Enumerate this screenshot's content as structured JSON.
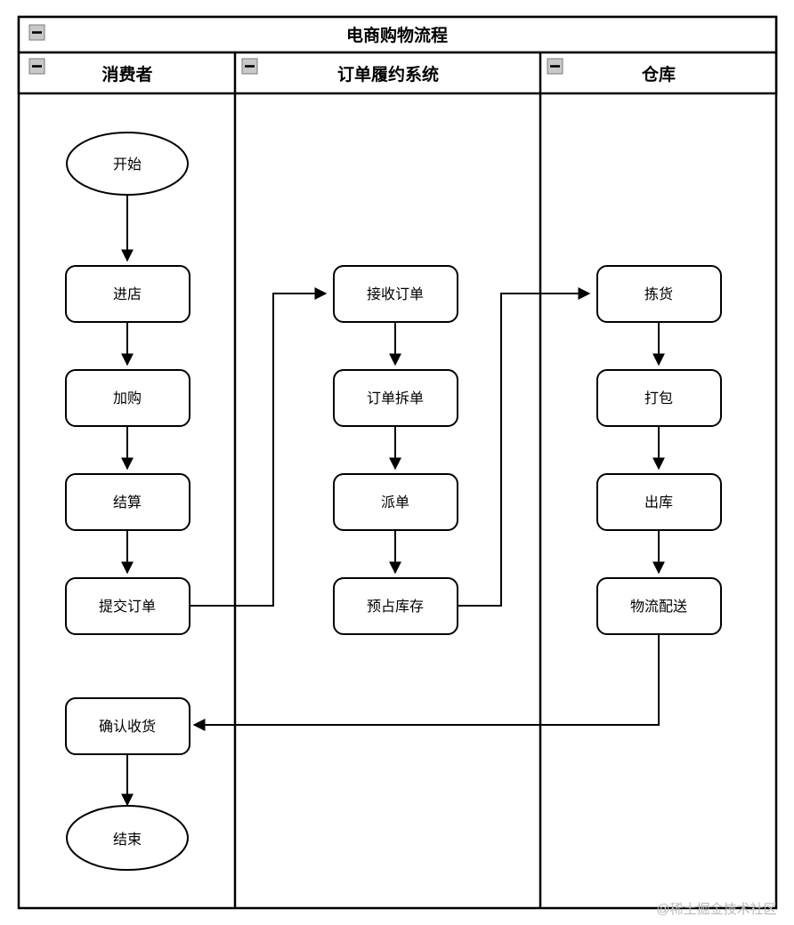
{
  "diagram": {
    "pool_title": "电商购物流程",
    "type": "swimlane-flowchart",
    "watermark": "@稀土掘金技术社区",
    "collapse_icon": "minus-icon",
    "lanes": [
      {
        "id": "consumer",
        "title": "消费者",
        "nodes": [
          {
            "id": "start",
            "label": "开始",
            "shape": "ellipse"
          },
          {
            "id": "enter",
            "label": "进店",
            "shape": "rounded-rect"
          },
          {
            "id": "cart",
            "label": "加购",
            "shape": "rounded-rect"
          },
          {
            "id": "settle",
            "label": "结算",
            "shape": "rounded-rect"
          },
          {
            "id": "submit",
            "label": "提交订单",
            "shape": "rounded-rect"
          },
          {
            "id": "confirm",
            "label": "确认收货",
            "shape": "rounded-rect"
          },
          {
            "id": "end",
            "label": "结束",
            "shape": "ellipse"
          }
        ]
      },
      {
        "id": "oms",
        "title": "订单履约系统",
        "nodes": [
          {
            "id": "receive",
            "label": "接收订单",
            "shape": "rounded-rect"
          },
          {
            "id": "split",
            "label": "订单拆单",
            "shape": "rounded-rect"
          },
          {
            "id": "dispatch",
            "label": "派单",
            "shape": "rounded-rect"
          },
          {
            "id": "reserve",
            "label": "预占库存",
            "shape": "rounded-rect"
          }
        ]
      },
      {
        "id": "warehouse",
        "title": "仓库",
        "nodes": [
          {
            "id": "pick",
            "label": "拣货",
            "shape": "rounded-rect"
          },
          {
            "id": "pack",
            "label": "打包",
            "shape": "rounded-rect"
          },
          {
            "id": "outbound",
            "label": "出库",
            "shape": "rounded-rect"
          },
          {
            "id": "delivery",
            "label": "物流配送",
            "shape": "rounded-rect"
          }
        ]
      }
    ],
    "edges": [
      {
        "from": "start",
        "to": "enter",
        "kind": "vertical"
      },
      {
        "from": "enter",
        "to": "cart",
        "kind": "vertical"
      },
      {
        "from": "cart",
        "to": "settle",
        "kind": "vertical"
      },
      {
        "from": "settle",
        "to": "submit",
        "kind": "vertical"
      },
      {
        "from": "submit",
        "to": "receive",
        "kind": "orthogonal"
      },
      {
        "from": "receive",
        "to": "split",
        "kind": "vertical"
      },
      {
        "from": "split",
        "to": "dispatch",
        "kind": "vertical"
      },
      {
        "from": "dispatch",
        "to": "reserve",
        "kind": "vertical"
      },
      {
        "from": "reserve",
        "to": "pick",
        "kind": "orthogonal"
      },
      {
        "from": "pick",
        "to": "pack",
        "kind": "vertical"
      },
      {
        "from": "pack",
        "to": "outbound",
        "kind": "vertical"
      },
      {
        "from": "outbound",
        "to": "delivery",
        "kind": "vertical"
      },
      {
        "from": "delivery",
        "to": "confirm",
        "kind": "orthogonal"
      },
      {
        "from": "confirm",
        "to": "end",
        "kind": "vertical"
      }
    ],
    "colors": {
      "stroke": "#000000",
      "fill": "#ffffff",
      "watermark": "#b9b9b9",
      "collapse_icon_fill": "#c8c8c8"
    }
  }
}
